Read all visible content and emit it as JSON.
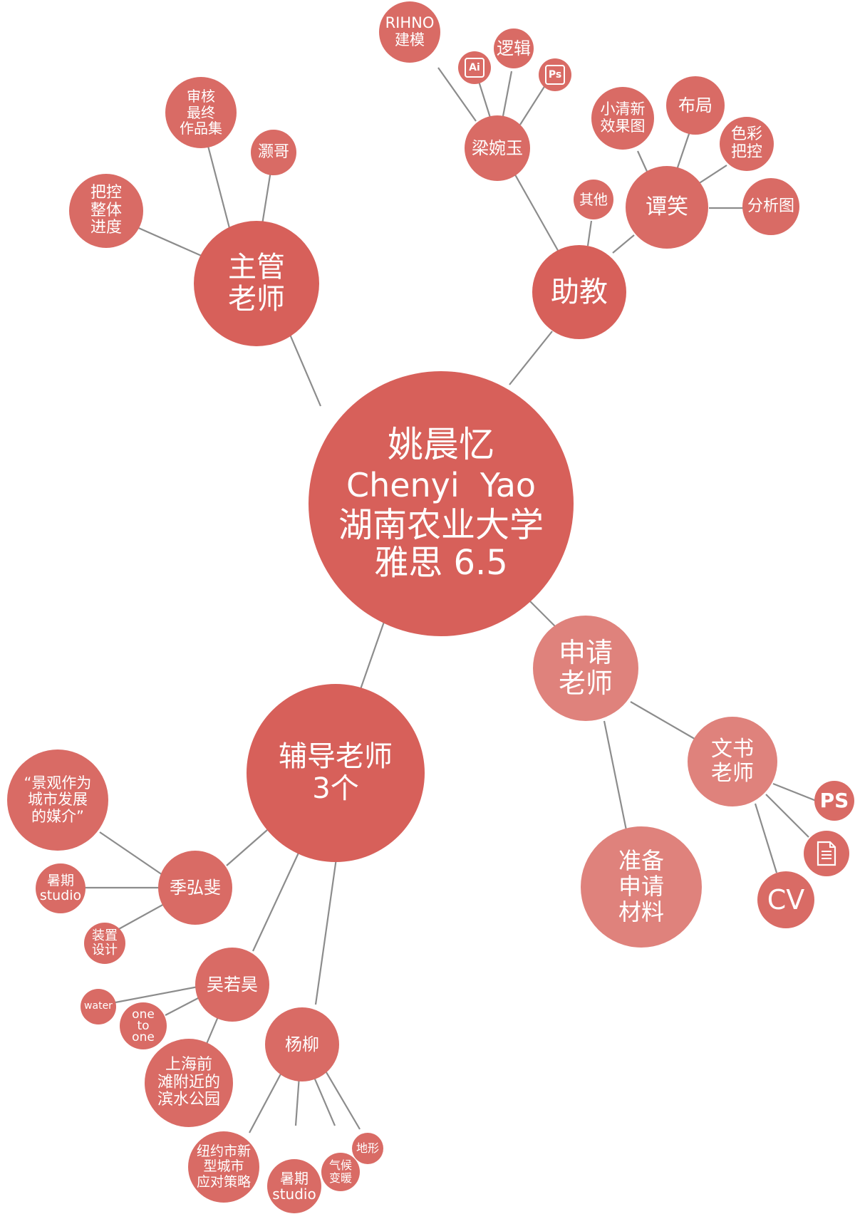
{
  "colors": {
    "node_main": "#d7605a",
    "node_soft": "#df827c",
    "edge": "#8c8c8c",
    "text": "#ffffff"
  },
  "center": {
    "line1": "姚晨忆",
    "line2": "Chenyi  Yao",
    "line3": "湖南农业大学",
    "line4": "雅思 6.5"
  },
  "zhuguan": {
    "label": "主管\n老师",
    "items": {
      "review": "审核\n最终\n作品集",
      "haoge": "灏哥",
      "progress": "把控\n整体\n进度"
    }
  },
  "zhujiao": {
    "label": "助教",
    "liang": {
      "label": "梁婉玉",
      "rhino": "RIHNO\n建模",
      "ai_icon": "Ai",
      "logic": "逻辑",
      "ps_icon": "Ps"
    },
    "tan": {
      "label": "谭笑",
      "fresh": "小清新\n效果图",
      "layout": "布局",
      "color": "色彩\n把控",
      "analysis": "分析图"
    },
    "other": "其他"
  },
  "shenqing": {
    "label": "申请\n老师",
    "prepare": "准备\n申请\n材料",
    "wenshu": {
      "label": "文书\n老师",
      "ps": "PS",
      "doc_icon": "document-icon",
      "cv": "CV"
    }
  },
  "fudao": {
    "label": "辅导老师\n3个",
    "ji": {
      "label": "季弘斐",
      "theme": "“景观作为\n城市发展\n的媒介”",
      "summer": "暑期\nstudio",
      "device": "装置\n设计"
    },
    "wu": {
      "label": "吴若昊",
      "water": "water",
      "one": "one\nto\none",
      "shanghai": "上海前\n滩附近的\n滨水公园"
    },
    "yang": {
      "label": "杨柳",
      "ny": "纽约市新\n型城市\n应对策略",
      "summer": "暑期\nstudio",
      "climate": "气候\n变暖",
      "terrain": "地形"
    }
  }
}
